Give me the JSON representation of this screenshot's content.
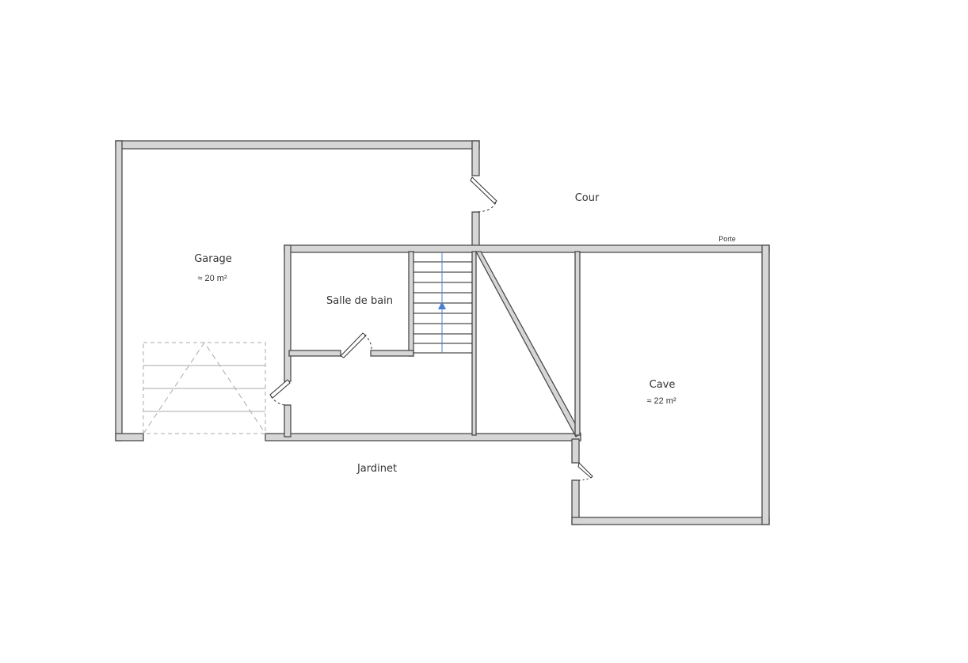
{
  "plan": {
    "rooms": [
      {
        "name": "Garage",
        "area": "≈ 20 m²"
      },
      {
        "name": "Salle de bain"
      },
      {
        "name": "Cave",
        "area": "≈ 22 m²"
      }
    ],
    "outside": {
      "cour": "Cour",
      "jardinet": "Jardinet",
      "porte": "Porte"
    },
    "colors": {
      "wall_fill": "#d6d6d6",
      "wall_stroke": "#4a4a4a",
      "stair_arrow": "#4a7fd0"
    }
  }
}
